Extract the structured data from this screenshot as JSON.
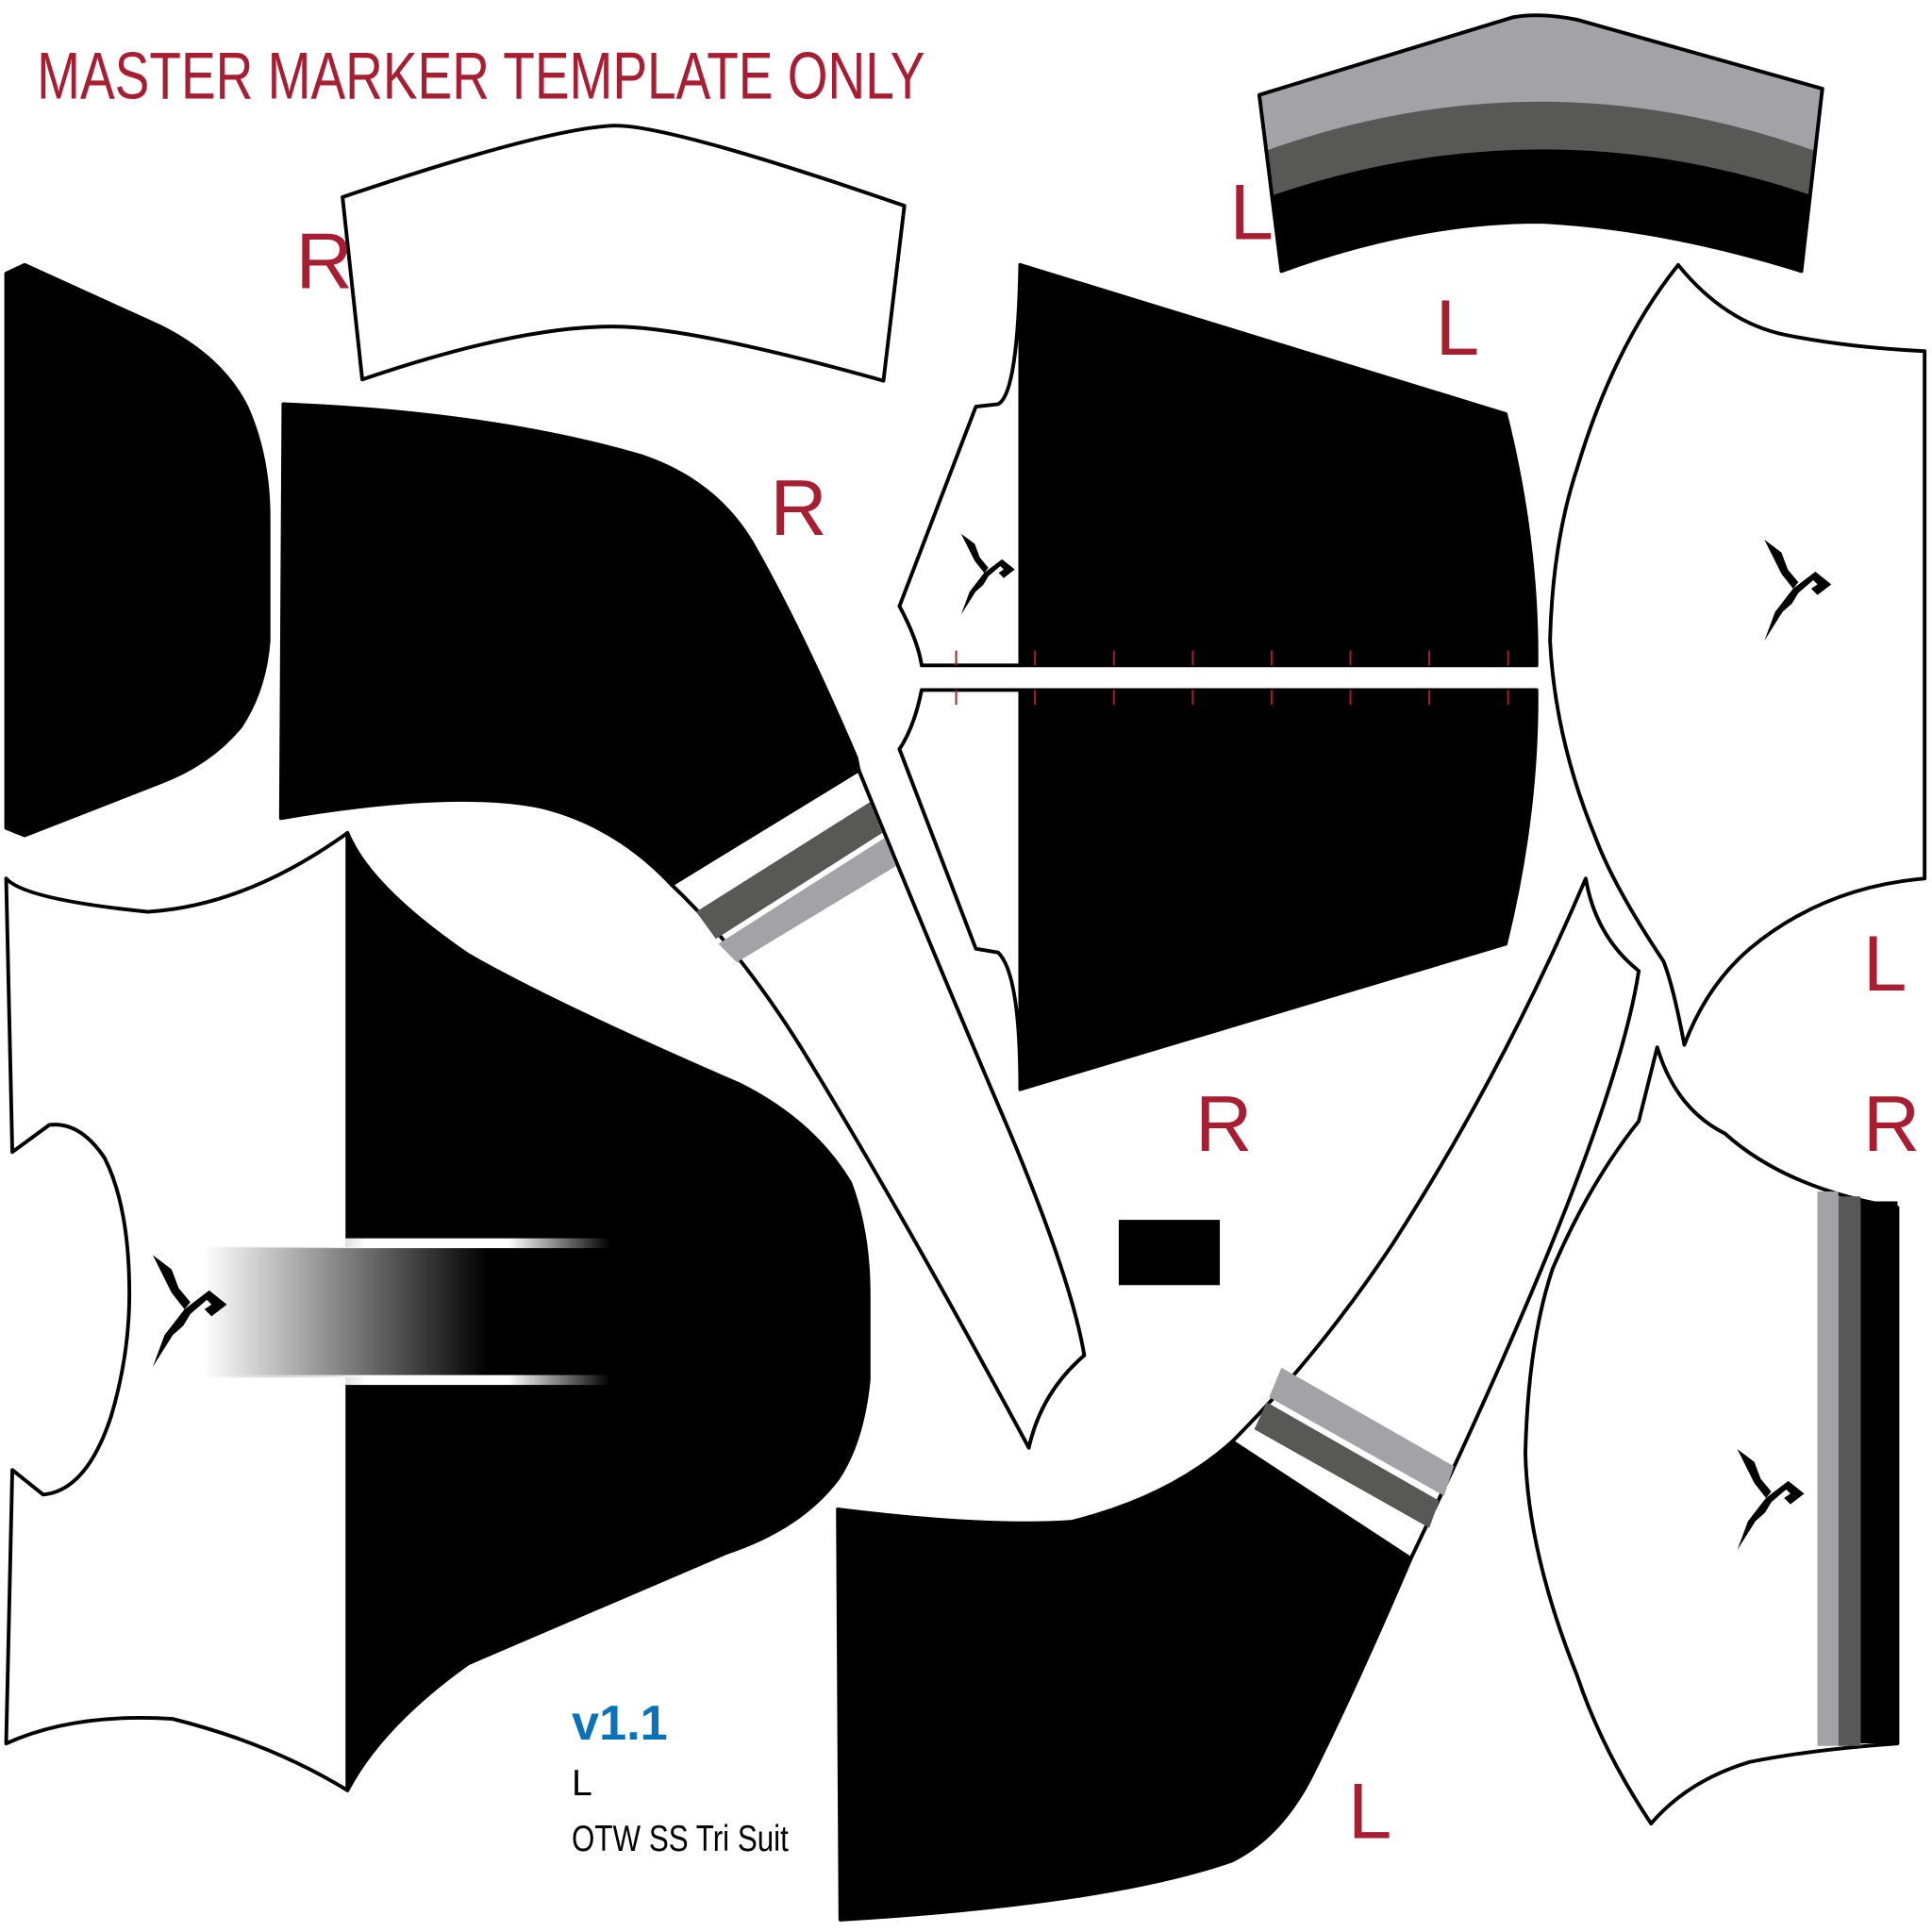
{
  "title": "MASTER MARKER TEMPLATE ONLY",
  "version": "v1.1",
  "size": "L",
  "product": "OTW SS Tri Suit",
  "piece_labels": [
    "R",
    "L",
    "L",
    "R",
    "L",
    "R",
    "R",
    "L"
  ],
  "logo": "brand-logo",
  "colors": {
    "label": "#a71d31",
    "version": "#0a72b8",
    "light_gray": "#a3a2a6",
    "dark_gray": "#585856",
    "black": "#000000"
  }
}
